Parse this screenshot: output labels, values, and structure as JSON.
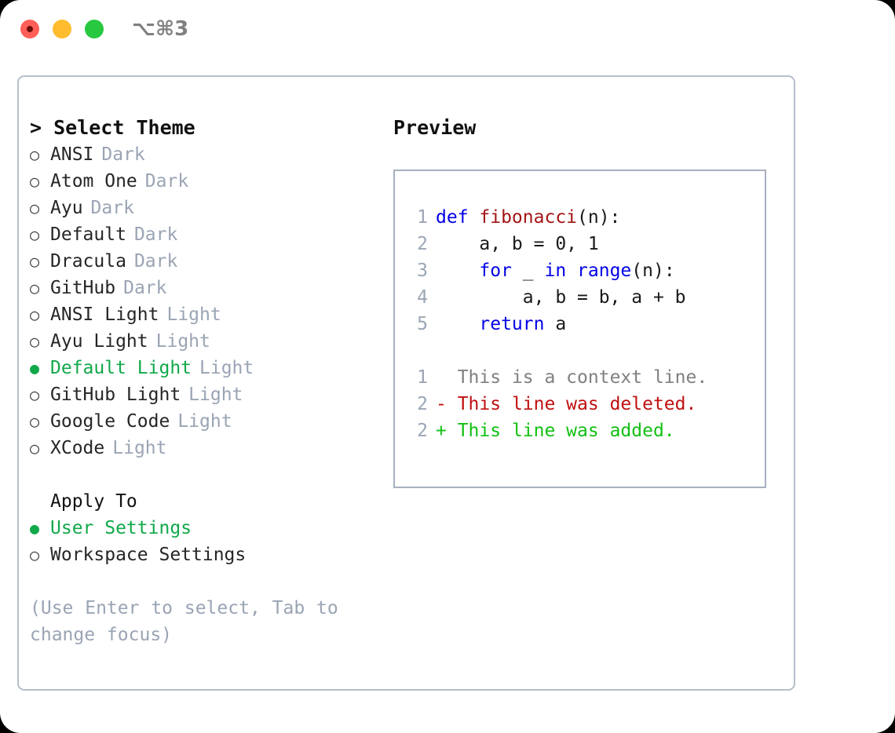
{
  "window": {
    "traffic_lights": [
      {
        "name": "close-button",
        "color": "#ff5f57"
      },
      {
        "name": "minimize-button",
        "color": "#febc2e"
      },
      {
        "name": "maximize-button",
        "color": "#28c840"
      }
    ],
    "shortcut_label": "⌥⌘3"
  },
  "theme_picker": {
    "header": "> Select Theme",
    "selected_bullet": "●",
    "unselected_bullet": "○",
    "selected_color": "#11a84a",
    "items": [
      {
        "bullet": "○",
        "label": "ANSI",
        "suffix": "Dark",
        "selected": false
      },
      {
        "bullet": "○",
        "label": "Atom One",
        "suffix": "Dark",
        "selected": false
      },
      {
        "bullet": "○",
        "label": "Ayu",
        "suffix": "Dark",
        "selected": false
      },
      {
        "bullet": "○",
        "label": "Default",
        "suffix": "Dark",
        "selected": false
      },
      {
        "bullet": "○",
        "label": "Dracula",
        "suffix": "Dark",
        "selected": false
      },
      {
        "bullet": "○",
        "label": "GitHub",
        "suffix": "Dark",
        "selected": false
      },
      {
        "bullet": "○",
        "label": "ANSI Light",
        "suffix": "Light",
        "selected": false
      },
      {
        "bullet": "○",
        "label": "Ayu Light",
        "suffix": "Light",
        "selected": false
      },
      {
        "bullet": "●",
        "label": "Default Light",
        "suffix": "Light",
        "selected": true
      },
      {
        "bullet": "○",
        "label": "GitHub Light",
        "suffix": "Light",
        "selected": false
      },
      {
        "bullet": "○",
        "label": "Google Code",
        "suffix": "Light",
        "selected": false
      },
      {
        "bullet": "○",
        "label": "XCode",
        "suffix": "Light",
        "selected": false
      }
    ]
  },
  "apply_to": {
    "title": "Apply To",
    "items": [
      {
        "bullet": "●",
        "label": "User Settings",
        "selected": true
      },
      {
        "bullet": "○",
        "label": "Workspace Settings",
        "selected": false
      }
    ]
  },
  "hint": "(Use Enter to select, Tab to change focus)",
  "preview": {
    "title": "Preview",
    "code_lines": [
      {
        "num": "1",
        "tokens": [
          {
            "text": "def ",
            "type": "kw"
          },
          {
            "text": "fibonacci",
            "type": "fn"
          },
          {
            "text": "(n):",
            "type": "plain"
          }
        ]
      },
      {
        "num": "2",
        "tokens": [
          {
            "text": "    a, b = 0, 1",
            "type": "plain"
          }
        ]
      },
      {
        "num": "3",
        "tokens": [
          {
            "text": "    ",
            "type": "plain"
          },
          {
            "text": "for",
            "type": "kw"
          },
          {
            "text": " _ ",
            "type": "plain"
          },
          {
            "text": "in",
            "type": "kw"
          },
          {
            "text": " ",
            "type": "plain"
          },
          {
            "text": "range",
            "type": "call"
          },
          {
            "text": "(n):",
            "type": "plain"
          }
        ]
      },
      {
        "num": "4",
        "tokens": [
          {
            "text": "        a, b = b, a + b",
            "type": "plain"
          }
        ]
      },
      {
        "num": "5",
        "tokens": [
          {
            "text": "    ",
            "type": "plain"
          },
          {
            "text": "return",
            "type": "kw"
          },
          {
            "text": " a",
            "type": "plain"
          }
        ]
      }
    ],
    "diff_lines": [
      {
        "num": "1",
        "marker": " ",
        "text": " This is a context line.",
        "type": "context"
      },
      {
        "num": "2",
        "marker": "-",
        "text": " This line was deleted.",
        "type": "deleted"
      },
      {
        "num": "2",
        "marker": "+",
        "text": " This line was added.",
        "type": "added"
      }
    ]
  }
}
